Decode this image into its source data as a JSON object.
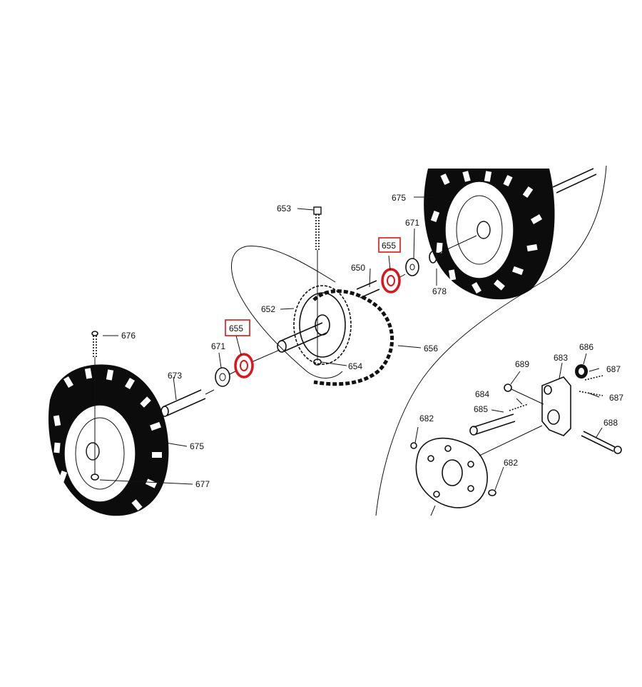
{
  "colors": {
    "ink": "#111111",
    "highlight": "#d9161c",
    "background": "#ffffff"
  },
  "labels": {
    "p650": "650",
    "p652": "652",
    "p653": "653",
    "p654": "654",
    "p655_top": "655",
    "p655_left": "655",
    "p656": "656",
    "p671_top": "671",
    "p671_left": "671",
    "p673": "673",
    "p675_top": "675",
    "p675_left": "675",
    "p676": "676",
    "p677": "677",
    "p678": "678",
    "p682_left": "682",
    "p682_right": "682",
    "p683": "683",
    "p684": "684",
    "p685": "685",
    "p686": "686",
    "p687_top": "687",
    "p687_bottom": "687",
    "p688": "688",
    "p689": "689"
  },
  "highlighted_parts": [
    "655"
  ]
}
